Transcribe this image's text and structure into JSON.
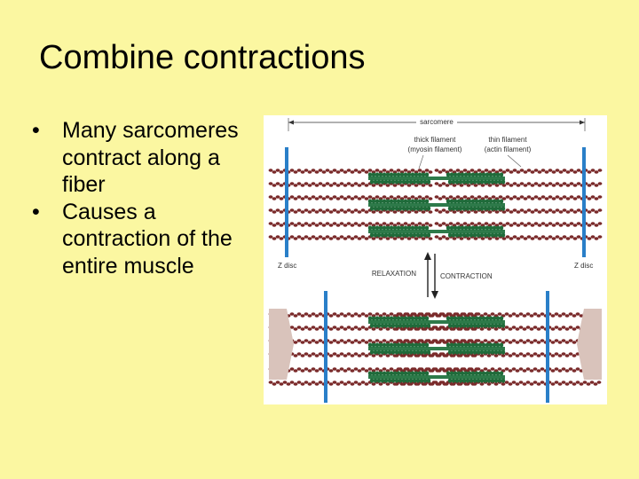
{
  "title": "Combine contractions",
  "bullets": [
    {
      "bullet_char": "•",
      "text": "Many sarcomeres contract along a fiber"
    },
    {
      "bullet_char": "•",
      "text": "Causes a contraction of the entire muscle"
    }
  ],
  "diagram": {
    "labels": {
      "sarcomere": "sarcomere",
      "thick_filament": "thick filament",
      "myosin_filament": "(myosin filament)",
      "thin_filament": "thin filament",
      "actin_filament": "(actin filament)",
      "z_disc_left": "Z disc",
      "z_disc_right": "Z disc",
      "relaxation": "RELAXATION",
      "contraction": "CONTRACTION"
    },
    "colors": {
      "z_disc": "#2a7fc8",
      "actin": "#7a2a2a",
      "myosin": "#2e7a4a",
      "myosin_head": "#1f6b3a",
      "arrow": "#d8c0b8"
    }
  }
}
